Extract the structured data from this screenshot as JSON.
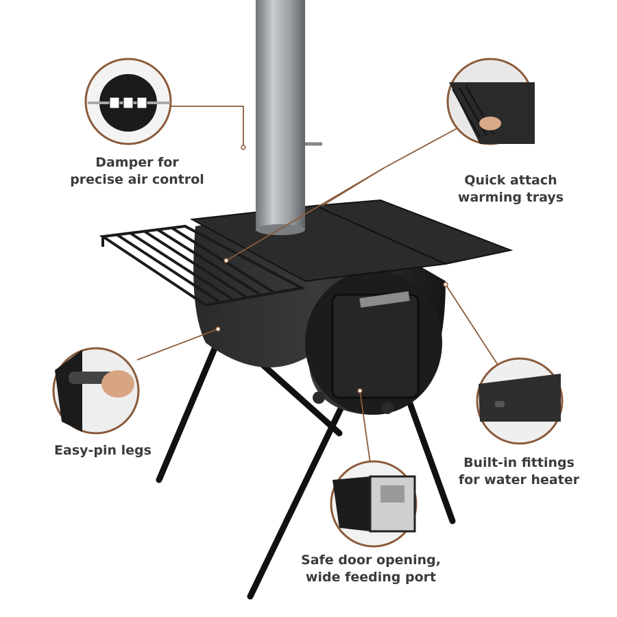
{
  "features": [
    {
      "id": "damper",
      "lines": [
        "Damper for",
        "precise air control"
      ],
      "icon": "damper-closeup"
    },
    {
      "id": "warming-trays",
      "lines": [
        "Quick attach",
        "warming trays"
      ],
      "icon": "warming-tray-closeup"
    },
    {
      "id": "legs",
      "lines": [
        "Easy-pin legs"
      ],
      "icon": "leg-pin-closeup"
    },
    {
      "id": "fittings",
      "lines": [
        "Built-in fittings",
        "for water heater"
      ],
      "icon": "fitting-closeup"
    },
    {
      "id": "door",
      "lines": [
        "Safe door opening,",
        "wide feeding port"
      ],
      "icon": "door-closeup"
    }
  ],
  "colors": {
    "text": "#3b3b3b",
    "callout": "#8a5a3a",
    "stove": "#1f1f1f",
    "pipe": "#a9adb0"
  }
}
